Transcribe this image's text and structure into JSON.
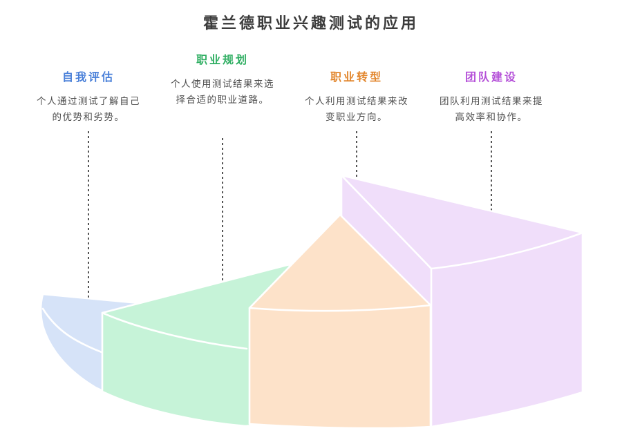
{
  "page_title": "霍兰德职业兴趣测试的应用",
  "sections": [
    {
      "id": "self-assessment",
      "label": "自我评估",
      "label_color": "#4a80d9",
      "description": "个人通过测试了解自己的优势和劣势。",
      "slice_color": "#d6e3f8"
    },
    {
      "id": "career-planning",
      "label": "职业规划",
      "label_color": "#2fae62",
      "description": "个人使用测试结果来选择合适的职业道路。",
      "slice_color": "#c6f3d8"
    },
    {
      "id": "career-transition",
      "label": "职业转型",
      "label_color": "#e2862d",
      "description": "个人利用测试结果来改变职业方向。",
      "slice_color": "#fde2c9"
    },
    {
      "id": "team-building",
      "label": "团队建设",
      "label_color": "#b44fd8",
      "description": "团队利用测试结果来提高效率和协作。",
      "slice_color": "#f0defa"
    }
  ],
  "diagram": {
    "type": "3d-pie-infographic",
    "slice_order_back_to_front": [
      "self-assessment",
      "career-planning",
      "team-building",
      "career-transition"
    ],
    "edge_color": "#ffffff",
    "connector_style": "dotted-vertical",
    "connector_color": "#555555"
  },
  "icons": {
    "connector_arrow": "arrow-down"
  }
}
